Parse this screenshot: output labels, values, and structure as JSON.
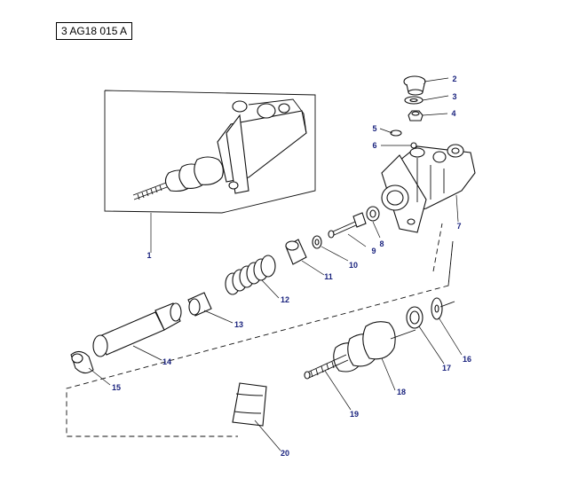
{
  "diagram": {
    "reference": "3 AG18 015 A",
    "colors": {
      "callout": "#1a237e",
      "line": "#111111",
      "background": "#ffffff"
    },
    "callouts": [
      {
        "id": "1",
        "label": "1"
      },
      {
        "id": "2",
        "label": "2"
      },
      {
        "id": "3",
        "label": "3"
      },
      {
        "id": "4",
        "label": "4"
      },
      {
        "id": "5",
        "label": "5"
      },
      {
        "id": "6",
        "label": "6"
      },
      {
        "id": "7",
        "label": "7"
      },
      {
        "id": "8",
        "label": "8"
      },
      {
        "id": "9",
        "label": "9"
      },
      {
        "id": "10",
        "label": "10"
      },
      {
        "id": "11",
        "label": "11"
      },
      {
        "id": "12",
        "label": "12"
      },
      {
        "id": "13",
        "label": "13"
      },
      {
        "id": "14",
        "label": "14"
      },
      {
        "id": "15",
        "label": "15"
      },
      {
        "id": "16",
        "label": "16"
      },
      {
        "id": "17",
        "label": "17"
      },
      {
        "id": "18",
        "label": "18"
      },
      {
        "id": "19",
        "label": "19"
      },
      {
        "id": "20",
        "label": "20"
      }
    ]
  }
}
